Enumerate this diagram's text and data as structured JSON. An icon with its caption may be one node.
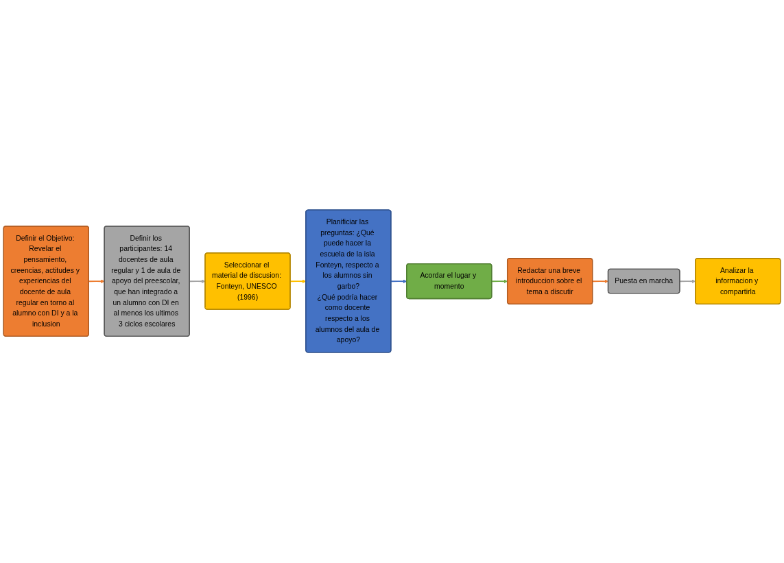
{
  "diagram": {
    "nodes": [
      {
        "text": [
          "Definir el Objetivo: Revelar el pensamiento, creencias, actitudes y experiencias del docente de aula regular en torno al alumno con DI y a la inclusion"
        ]
      },
      {
        "text": [
          "Definir los participantes: 14 docentes de aula regular y 1 de aula de apoyo del preescolar, que han integrado a un alumno con DI en al menos los ultimos 3 ciclos escolares"
        ]
      },
      {
        "text": [
          "Seleccionar el material de discusion: Fonteyn, UNESCO (1996)"
        ]
      },
      {
        "text": [
          "Planificiar las preguntas: ¿Qué puede hacer la escuela de la isla Fonteyn, respecto a los alumnos sin garbo?",
          "¿Qué podría hacer como docente respecto a los alumnos del aula de apoyo?"
        ]
      },
      {
        "text": [
          "Acordar el lugar y momento"
        ]
      },
      {
        "text": [
          "Redactar una breve introduccion sobre el tema a discutir"
        ]
      },
      {
        "text": [
          "Puesta en marcha"
        ]
      },
      {
        "text": [
          "Analizar la informacion y compartirla"
        ]
      }
    ],
    "edges": [
      {
        "from": 0,
        "to": 1,
        "arrow": "to",
        "color": "#ed7d31"
      },
      {
        "from": 1,
        "to": 2,
        "arrow": "to",
        "color": "#a5a5a5"
      },
      {
        "from": 2,
        "to": 3,
        "arrow": "to",
        "color": "#ffc000"
      },
      {
        "from": 3,
        "to": 4,
        "arrow": "to",
        "color": "#4472c4"
      },
      {
        "from": 4,
        "to": 5,
        "arrow": "to",
        "color": "#70ad47"
      },
      {
        "from": 5,
        "to": 6,
        "arrow": "to",
        "color": "#ed7d31"
      },
      {
        "from": 6,
        "to": 7,
        "arrow": "to",
        "color": "#a5a5a5"
      }
    ]
  }
}
